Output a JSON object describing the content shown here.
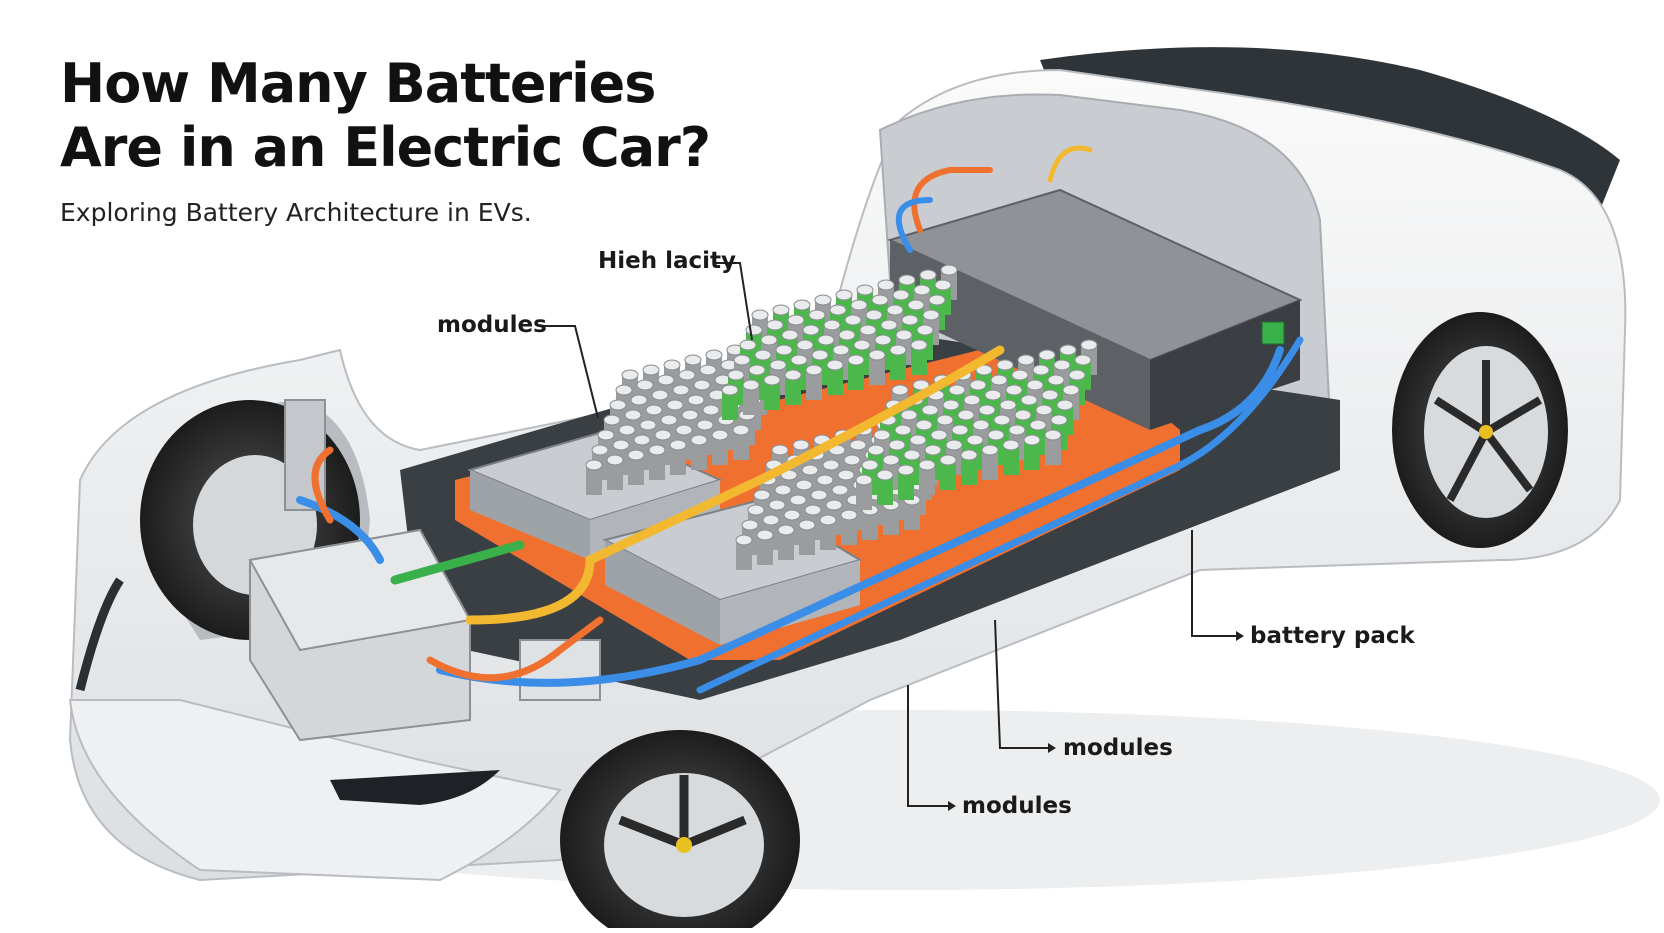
{
  "header": {
    "title_line1": "How Many Batteries",
    "title_line2": "Are in an Electric Car?",
    "subtitle": "Exploring Battery Architecture in EVs."
  },
  "callouts": {
    "high_capacity": "Hieh lacity",
    "modules_top": "modules",
    "battery_pack": "battery pack",
    "modules_mid": "modules",
    "modules_bottom": "modules"
  },
  "colors": {
    "cell_green": "#4cb84c",
    "cell_gray": "#9a9c9e",
    "frame_orange": "#f07030",
    "cable_blue": "#3a8ee8",
    "cable_yellow": "#f2b830",
    "body_white": "#f2f3f4"
  }
}
